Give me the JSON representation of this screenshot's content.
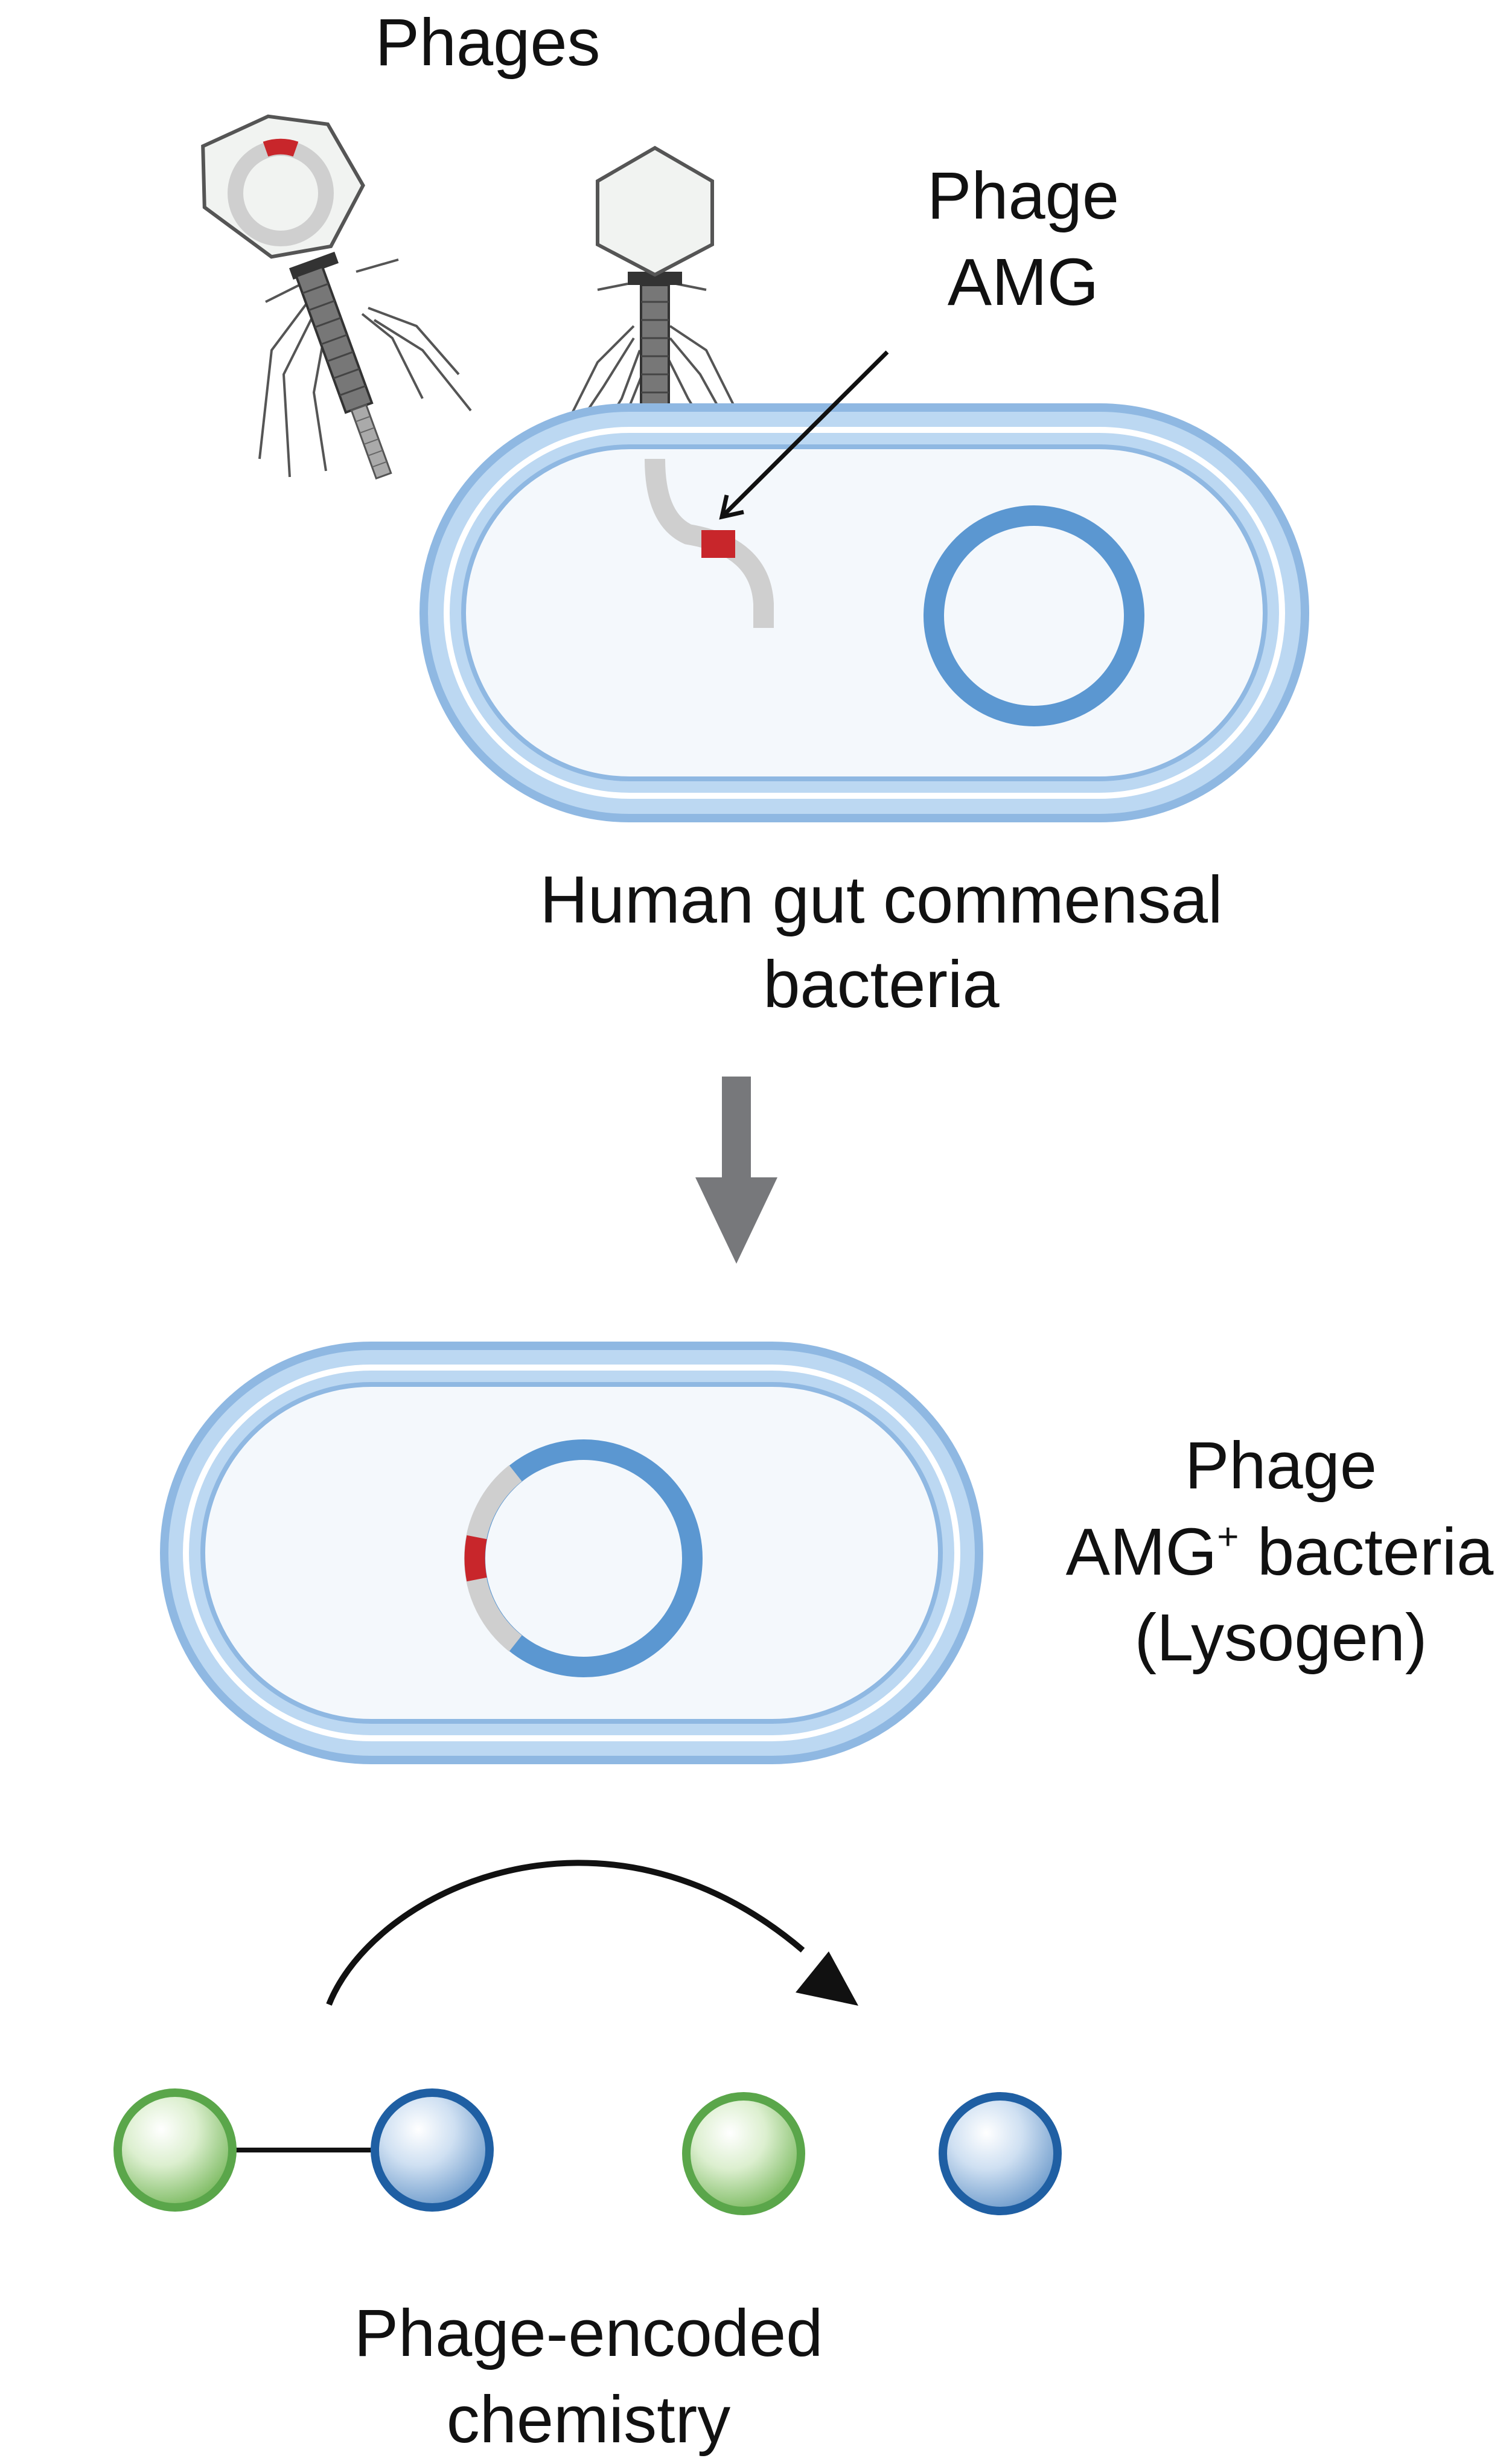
{
  "labels": {
    "phages": "Phages",
    "phage_amg_line1": "Phage",
    "phage_amg_line2": "AMG",
    "host_line1": "Human gut commensal",
    "host_line2": "bacteria",
    "lysogen_line1": "Phage",
    "lysogen_line2_prefix": "AMG",
    "lysogen_line2_superscript": "+",
    "lysogen_line2_suffix": " bacteria",
    "lysogen_line3": "(Lysogen)",
    "chemistry_line1": "Phage-encoded",
    "chemistry_line2": "chemistry"
  },
  "colors": {
    "membrane_outer": "#8fb8e2",
    "membrane_inner": "#bcd8f2",
    "cytoplasm": "#f4f8fc",
    "plasmid": "#5b97d1",
    "phage_dna": "#cfcfcf",
    "amg_gene": "#c8262b",
    "phage_head": "#f1f3f1",
    "phage_outline": "#555555",
    "process_arrow": "#77787b",
    "substrate_green": "#5aa64a",
    "substrate_blue": "#1f5fa3",
    "ink": "#111111"
  },
  "icons": {
    "phage_free": "phage-with-genome-icon",
    "phage_attached": "phage-injecting-icon",
    "transition_arrow": "down-arrow-icon",
    "reaction_arrow": "curved-arrow-icon"
  }
}
